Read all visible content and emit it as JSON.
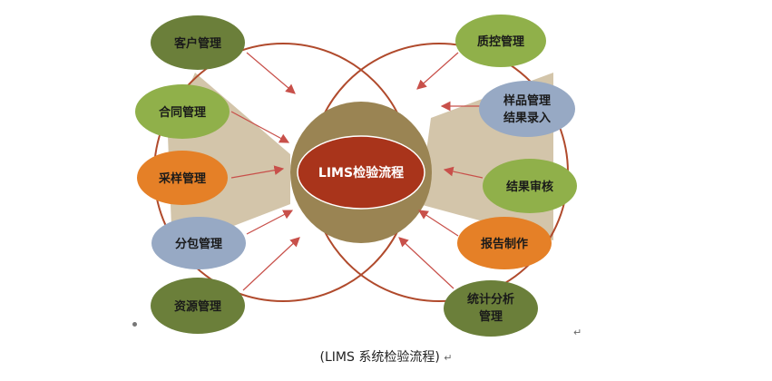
{
  "center": {
    "label": "LIMS检验流程"
  },
  "left_nodes": [
    {
      "label": "客户管理",
      "color": "#6b7f3a"
    },
    {
      "label": "合同管理",
      "color": "#90b04a"
    },
    {
      "label": "采样管理",
      "color": "#e58027"
    },
    {
      "label": "分包管理",
      "color": "#97a9c4"
    },
    {
      "label": "资源管理",
      "color": "#6b7f3a"
    }
  ],
  "right_nodes": [
    {
      "lines": [
        "质控管理"
      ],
      "color": "#90b04a"
    },
    {
      "lines": [
        "样品管理",
        "结果录入"
      ],
      "color": "#97a9c4"
    },
    {
      "lines": [
        "结果审核"
      ],
      "color": "#90b04a"
    },
    {
      "lines": [
        "报告制作"
      ],
      "color": "#e58027"
    },
    {
      "lines": [
        "统计分析",
        "管理"
      ],
      "color": "#6b7f3a"
    }
  ],
  "caption": "(LIMS 系统检验流程)",
  "colors": {
    "ring": "#b04a2c",
    "arrow": "#c8504a",
    "wedge": "#d3c5aa",
    "outer_center": "#9a8453",
    "inner_center": "#a9341b"
  }
}
